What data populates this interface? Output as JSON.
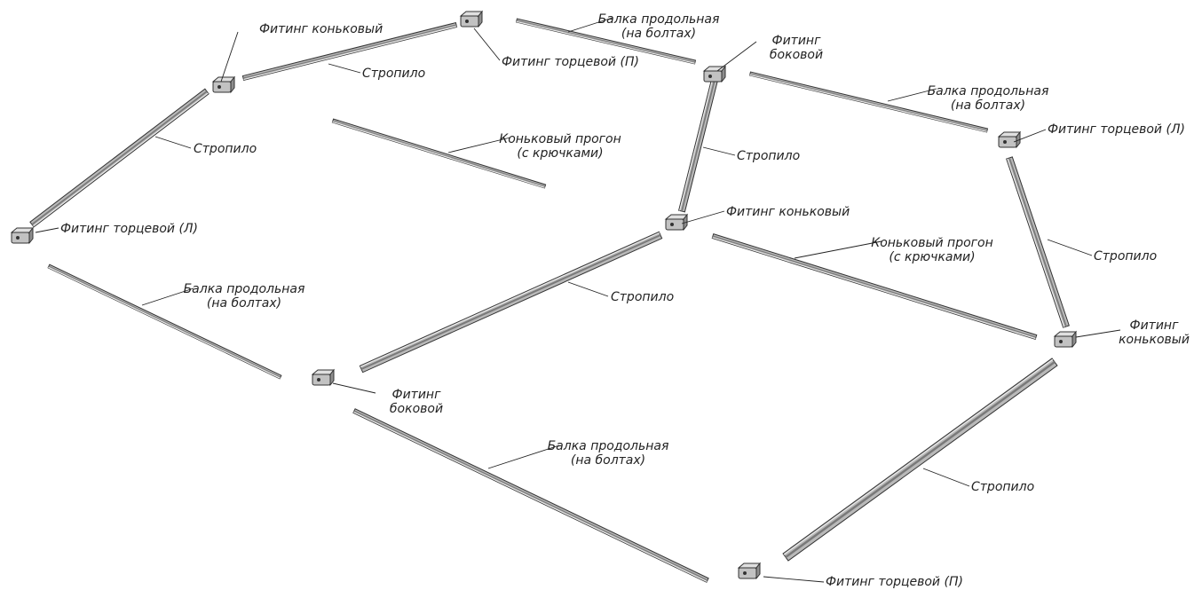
{
  "labels": {
    "ridge_fitting_tl": "Фитинг коньковый",
    "rafter_top": "Стропило",
    "end_fitting_r_top": "Фитинг торцевой (П)",
    "beam_top_line1": "Балка продольная",
    "beam_top_line2": "(на болтах)",
    "side_fitting_top_line1": "Фитинг",
    "side_fitting_top_line2": "боковой",
    "rafter_left": "Стропило",
    "ridge_purlin_top_line1": "Коньковый прогон",
    "ridge_purlin_top_line2": "(с крючками)",
    "rafter_center_vertical": "Стропило",
    "beam_right_top_line1": "Балка продольная",
    "beam_right_top_line2": "(на болтах)",
    "end_fitting_l_right": "Фитинг торцевой (Л)",
    "end_fitting_l_left": "Фитинг торцевой (Л)",
    "ridge_fitting_center": "Фитинг коньковый",
    "ridge_purlin_mid_line1": "Коньковый прогон",
    "ridge_purlin_mid_line2": "(с крючками)",
    "rafter_right": "Стропило",
    "beam_left_line1": "Балка продольная",
    "beam_left_line2": "(на болтах)",
    "rafter_center_diag": "Стропило",
    "ridge_fitting_right_line1": "Фитинг",
    "ridge_fitting_right_line2": "коньковый",
    "side_fitting_bottom_line1": "Фитинг",
    "side_fitting_bottom_line2": "боковой",
    "beam_bottom_line1": "Балка продольная",
    "beam_bottom_line2": "(на болтах)",
    "rafter_bottom_right": "Стропило",
    "end_fitting_r_bottom": "Фитинг торцевой (П)"
  }
}
